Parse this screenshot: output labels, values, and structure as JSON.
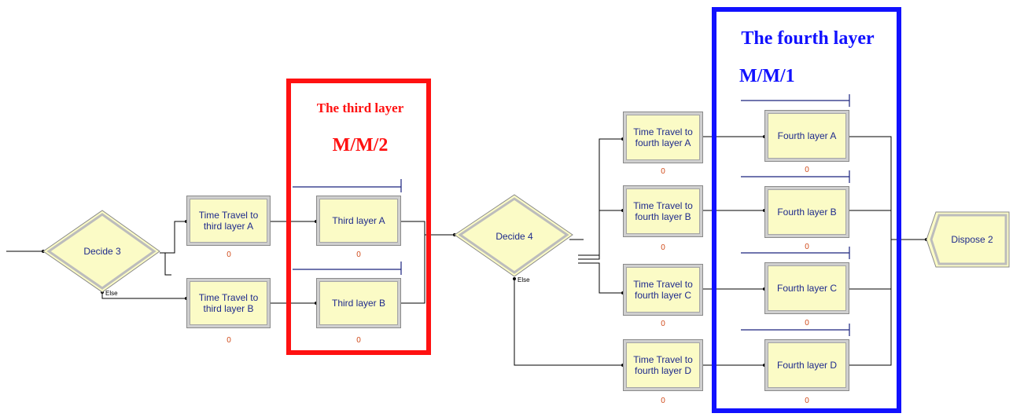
{
  "diagram": {
    "decide_modules": [
      {
        "id": "decide3",
        "label": "Decide 3",
        "else_label": "Else"
      },
      {
        "id": "decide4",
        "label": "Decide 4",
        "else_label": "Else"
      }
    ],
    "travel_modules": [
      {
        "id": "travel3a",
        "label": "Time Travel to third layer A",
        "counter": "0"
      },
      {
        "id": "travel3b",
        "label": "Time Travel to third layer B",
        "counter": "0"
      },
      {
        "id": "travel4a",
        "label": "Time Travel to fourth layer A",
        "counter": "0"
      },
      {
        "id": "travel4b",
        "label": "Time Travel to fourth layer B",
        "counter": "0"
      },
      {
        "id": "travel4c",
        "label": "Time Travel to fourth layer C",
        "counter": "0"
      },
      {
        "id": "travel4d",
        "label": "Time Travel to fourth layer D",
        "counter": "0"
      }
    ],
    "process_modules": [
      {
        "id": "third_a",
        "label": "Third layer A",
        "counter": "0"
      },
      {
        "id": "third_b",
        "label": "Third layer B",
        "counter": "0"
      },
      {
        "id": "fourth_a",
        "label": "Fourth layer A",
        "counter": "0"
      },
      {
        "id": "fourth_b",
        "label": "Fourth layer B",
        "counter": "0"
      },
      {
        "id": "fourth_c",
        "label": "Fourth layer C",
        "counter": "0"
      },
      {
        "id": "fourth_d",
        "label": "Fourth layer D",
        "counter": "0"
      }
    ],
    "dispose": {
      "label": "Dispose 2"
    },
    "layer3": {
      "title": "The third layer",
      "model": "M/M/2",
      "color": "#ff1111"
    },
    "layer4": {
      "title": "The fourth layer",
      "model": "M/M/1",
      "color": "#1111ff"
    },
    "module_fill": "#fbfbc6",
    "text_color": "#1e2a8c",
    "counter_color": "#d04a1a",
    "queue_line_color": "#1a237e"
  }
}
